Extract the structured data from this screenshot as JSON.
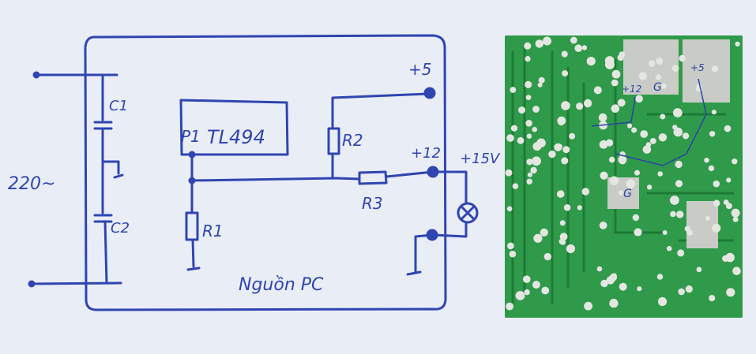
{
  "figure": {
    "type": "hand-drawn circuit schematic with PCB photo",
    "schematic": {
      "box_label": "Nguồn PC",
      "input_label": "220~",
      "ic_label": "TL494",
      "ic_pin_label": "P1",
      "capacitors": [
        "C1",
        "C2"
      ],
      "resistors": [
        "R1",
        "R2",
        "R3"
      ],
      "outputs": [
        "+5",
        "+12",
        "+15V"
      ]
    },
    "pcb_photo": {
      "annotations": [
        "+12",
        "G",
        "+5",
        "G"
      ]
    },
    "colors": {
      "ink": "#2f45b0",
      "paper": "#e9edf6",
      "pcb_green": "#2f9a4a",
      "solder": "#d9dbd6"
    }
  }
}
